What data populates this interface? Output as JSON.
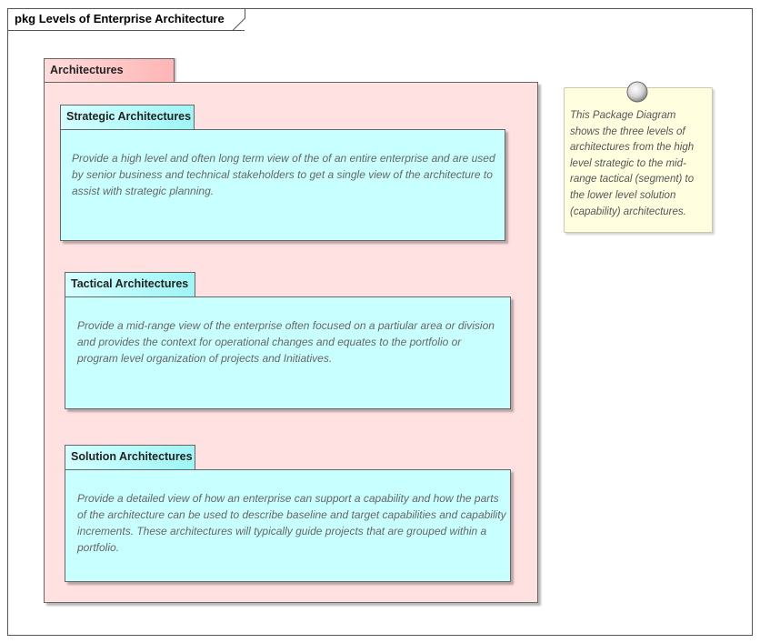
{
  "diagram": {
    "frame_title": "pkg Levels of Enterprise Architecture",
    "outer_package": {
      "name": "Architectures"
    },
    "packages": [
      {
        "name": "Strategic Architectures",
        "description": "Provide a high level and often long term view of the of an entire enterprise and are used by senior business and technical stakeholders to get a single view of the architecture to assist with strategic planning."
      },
      {
        "name": "Tactical Architectures",
        "description": "Provide a mid-range view of the enterprise often focused on a partiular area or division and provides the context for operational changes and equates to the portfolio or program level organization of projects and Initiatives."
      },
      {
        "name": "Solution Architectures",
        "description": "Provide a detailed view of how an enterprise can support a capability and how the parts of the architecture can be used to describe baseline and target capabilities and capability increments. These architectures will typically guide projects that are grouped within a portfolio."
      }
    ],
    "note": {
      "text": "This Package Diagram shows the three levels of architectures from the high level strategic to the mid-range tactical (segment) to the lower level solution (capability) architectures."
    },
    "colors": {
      "outer_package_fill": "#ffe1e1",
      "inner_package_fill": "#c8ffff",
      "note_fill": "#ffffe0"
    }
  }
}
